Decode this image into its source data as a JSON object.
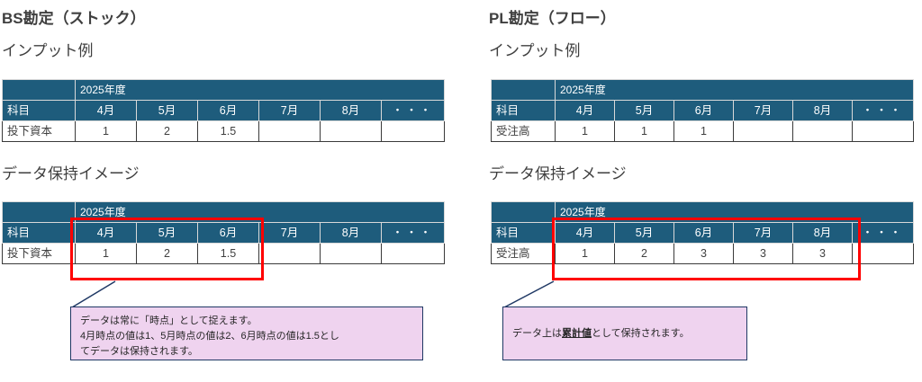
{
  "colors": {
    "header_teal": "#1e5c7c",
    "highlight_red": "#ff0000",
    "callout_fill": "#efd3ef",
    "callout_border": "#1f3864",
    "text": "#404040"
  },
  "left": {
    "title": "BS勘定（ストック）",
    "input_section_title": "インプット例",
    "storage_section_title": "データ保持イメージ",
    "input_table": {
      "corner_label": "",
      "year_label": "2025年度",
      "item_header": "科目",
      "month_headers": [
        "4月",
        "5月",
        "6月",
        "7月",
        "8月",
        "・・・"
      ],
      "rows": [
        {
          "label": "投下資本",
          "values": [
            "1",
            "2",
            "1.5",
            "",
            "",
            ""
          ]
        }
      ]
    },
    "storage_table": {
      "corner_label": "",
      "year_label": "2025年度",
      "item_header": "科目",
      "month_headers": [
        "4月",
        "5月",
        "6月",
        "7月",
        "8月",
        "・・・"
      ],
      "rows": [
        {
          "label": "投下資本",
          "values": [
            "1",
            "2",
            "1.5",
            "",
            "",
            ""
          ]
        }
      ]
    },
    "callout": {
      "line1": "データは常に「時点」として捉えます。",
      "line2": "4月時点の値は1、5月時点の値は2、6月時点の値は1.5とし",
      "line3": "てデータは保持されます。"
    }
  },
  "right": {
    "title": "PL勘定（フロー）",
    "input_section_title": "インプット例",
    "storage_section_title": "データ保持イメージ",
    "input_table": {
      "corner_label": "",
      "year_label": "2025年度",
      "item_header": "科目",
      "month_headers": [
        "4月",
        "5月",
        "6月",
        "7月",
        "8月",
        "・・・"
      ],
      "rows": [
        {
          "label": "受注高",
          "values": [
            "1",
            "1",
            "1",
            "",
            "",
            ""
          ]
        }
      ]
    },
    "storage_table": {
      "corner_label": "",
      "year_label": "2025年度",
      "item_header": "科目",
      "month_headers": [
        "4月",
        "5月",
        "6月",
        "7月",
        "8月",
        "・・・"
      ],
      "rows": [
        {
          "label": "受注高",
          "values": [
            "1",
            "2",
            "3",
            "3",
            "3",
            ""
          ]
        }
      ]
    },
    "callout": {
      "prefix": "データ上は",
      "emphasis": "累計値",
      "suffix": "として保持されます。"
    }
  }
}
